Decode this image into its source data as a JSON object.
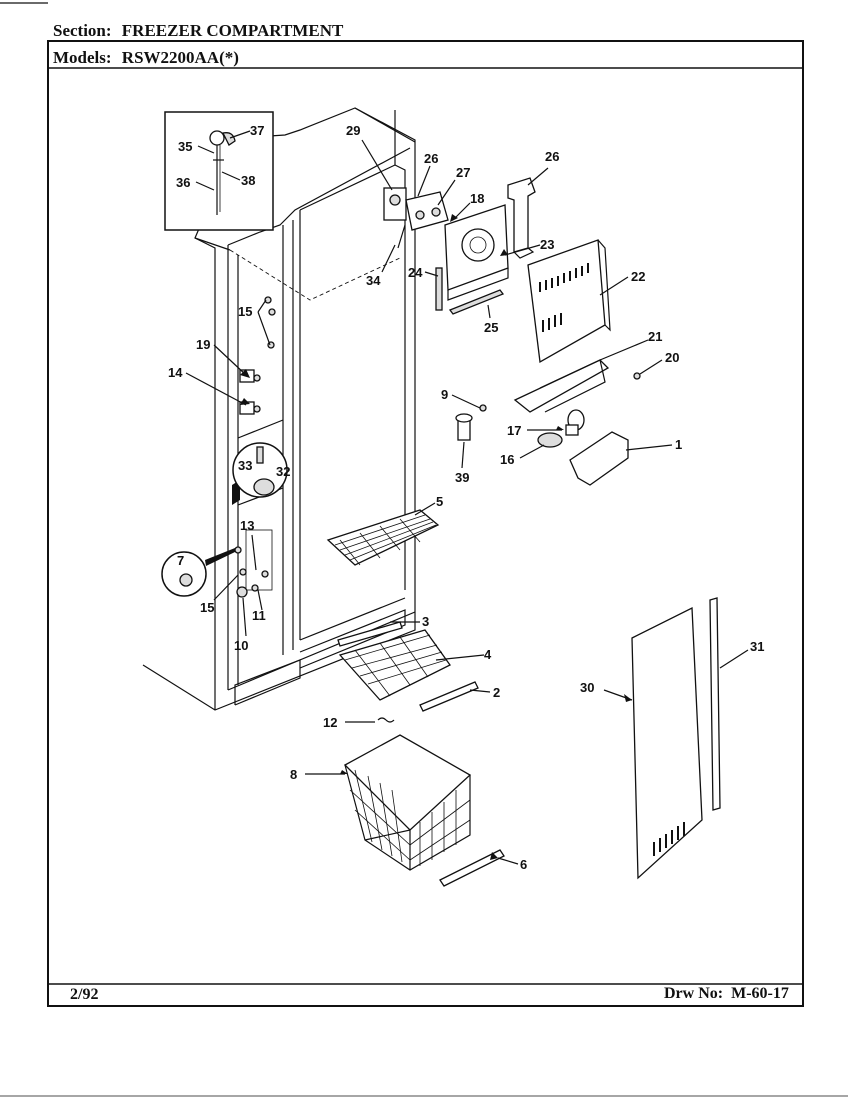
{
  "header": {
    "section_label": "Section:",
    "section_value": "FREEZER COMPARTMENT",
    "models_label": "Models:",
    "models_value": "RSW2200AA(*)"
  },
  "footer": {
    "date": "2/92",
    "drawing_label": "Drw No:",
    "drawing_number": "M-60-17"
  },
  "callouts": {
    "c1": "1",
    "c2": "2",
    "c3": "3",
    "c4": "4",
    "c5": "5",
    "c6": "6",
    "c7": "7",
    "c8": "8",
    "c9": "9",
    "c10": "10",
    "c11": "11",
    "c12": "12",
    "c13": "13",
    "c14": "14",
    "c15a": "15",
    "c15b": "15",
    "c16": "16",
    "c17": "17",
    "c18": "18",
    "c19": "19",
    "c20": "20",
    "c21": "21",
    "c22": "22",
    "c23": "23",
    "c24": "24",
    "c25": "25",
    "c26a": "26",
    "c26b": "26",
    "c27": "27",
    "c29": "29",
    "c30": "30",
    "c31": "31",
    "c32": "32",
    "c33": "33",
    "c34": "34",
    "c35": "35",
    "c36": "36",
    "c37": "37",
    "c38": "38",
    "c39": "39"
  }
}
